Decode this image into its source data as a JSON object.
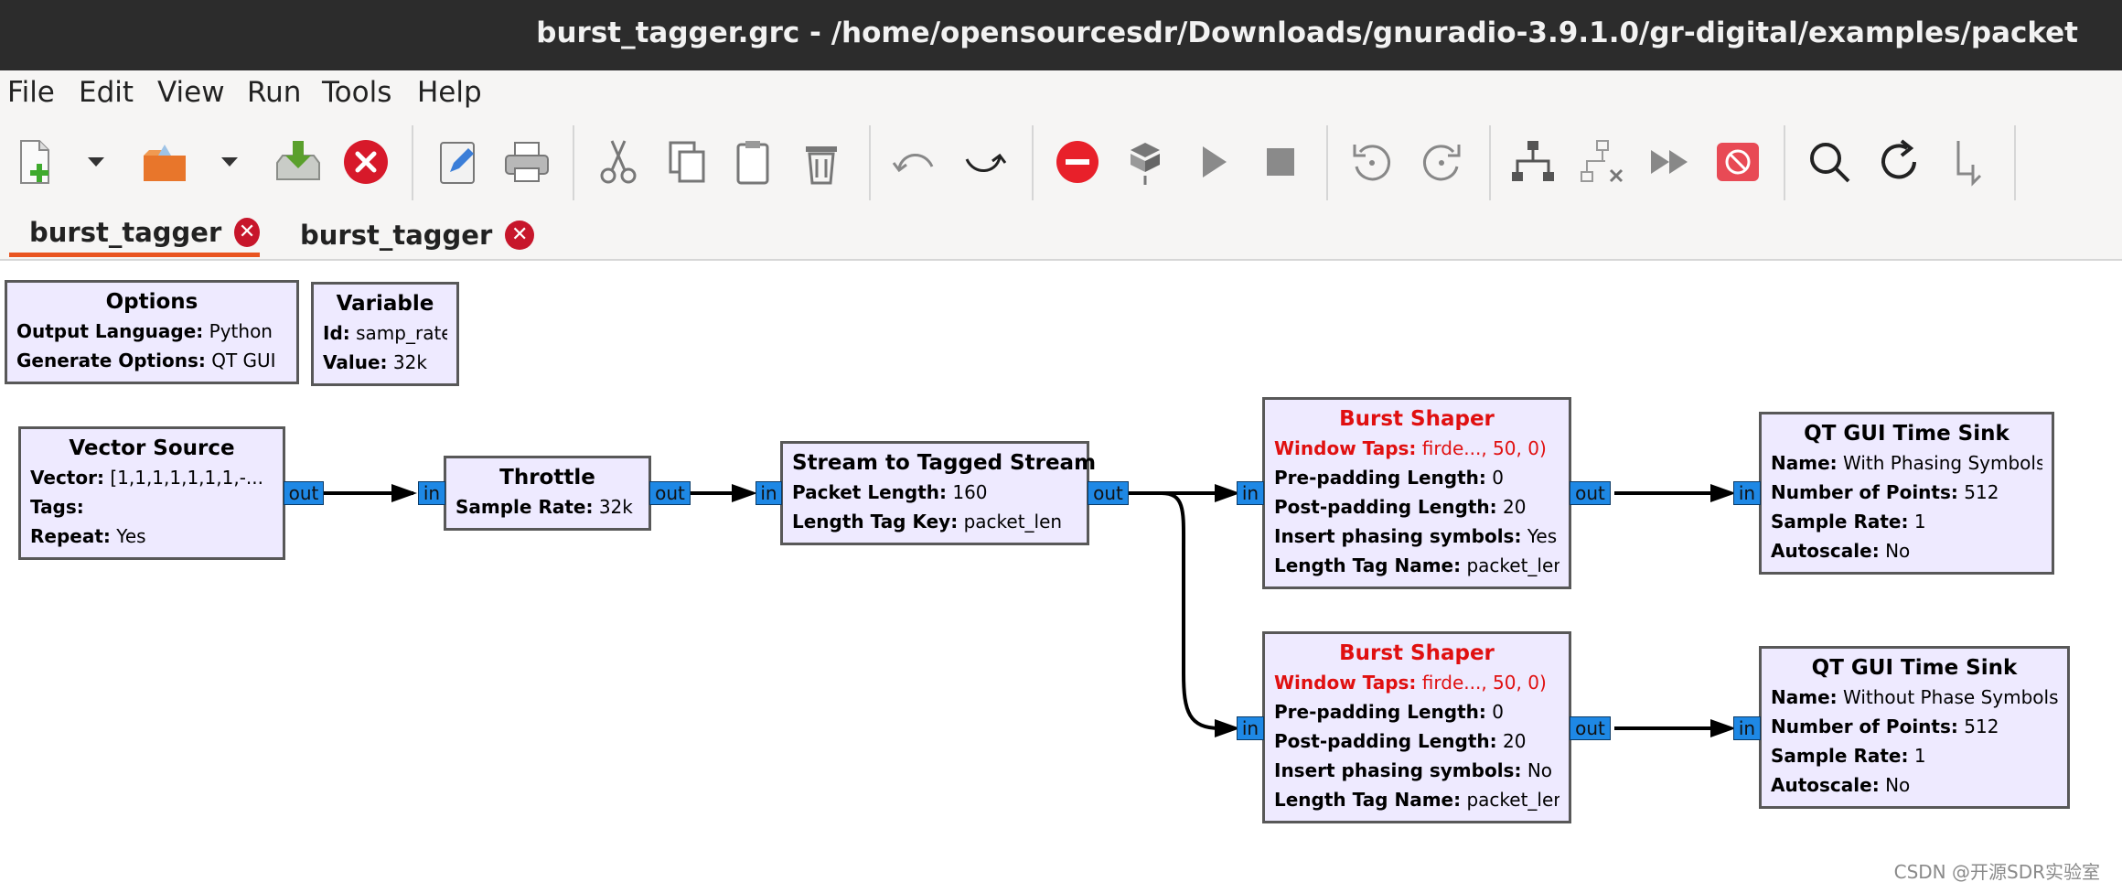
{
  "window": {
    "title": "burst_tagger.grc - /home/opensourcesdr/Downloads/gnuradio-3.9.1.0/gr-digital/examples/packet"
  },
  "menu": [
    "File",
    "Edit",
    "View",
    "Run",
    "Tools",
    "Help"
  ],
  "toolbar": [
    {
      "name": "new-flowgraph-icon"
    },
    {
      "name": "new-dropdown-icon"
    },
    {
      "name": "open-icon"
    },
    {
      "name": "open-dropdown-icon"
    },
    {
      "name": "save-icon"
    },
    {
      "name": "close-icon"
    },
    {
      "name": "properties-icon"
    },
    {
      "name": "print-icon"
    },
    {
      "name": "cut-icon"
    },
    {
      "name": "copy-icon"
    },
    {
      "name": "paste-icon"
    },
    {
      "name": "delete-icon"
    },
    {
      "name": "undo-icon"
    },
    {
      "name": "redo-icon"
    },
    {
      "name": "errors-icon"
    },
    {
      "name": "generate-icon"
    },
    {
      "name": "execute-icon"
    },
    {
      "name": "kill-icon"
    },
    {
      "name": "rotate-ccw-icon"
    },
    {
      "name": "rotate-cw-icon"
    },
    {
      "name": "enable-icon"
    },
    {
      "name": "disable-icon"
    },
    {
      "name": "bypass-icon"
    },
    {
      "name": "stop-disabled-icon"
    },
    {
      "name": "find-icon"
    },
    {
      "name": "reload-icon"
    },
    {
      "name": "bus-icon"
    }
  ],
  "tabs": [
    {
      "label": "burst_tagger",
      "active": true
    },
    {
      "label": "burst_tagger",
      "active": false
    }
  ],
  "blocks": {
    "options": {
      "title": "Options",
      "rows": [
        {
          "key": "Output Language:",
          "value": "Python"
        },
        {
          "key": "Generate Options:",
          "value": "QT GUI"
        }
      ]
    },
    "variable": {
      "title": "Variable",
      "rows": [
        {
          "key": "Id:",
          "value": "samp_rate"
        },
        {
          "key": "Value:",
          "value": "32k"
        }
      ]
    },
    "vector_source": {
      "title": "Vector Source",
      "rows": [
        {
          "key": "Vector:",
          "value": "[1,1,1,1,1,1,1,-..."
        },
        {
          "key": "Tags:",
          "value": ""
        },
        {
          "key": "Repeat:",
          "value": "Yes"
        }
      ]
    },
    "throttle": {
      "title": "Throttle",
      "rows": [
        {
          "key": "Sample Rate:",
          "value": "32k"
        }
      ]
    },
    "stream_to_tagged": {
      "title": "Stream to Tagged Stream",
      "rows": [
        {
          "key": "Packet Length:",
          "value": "160"
        },
        {
          "key": "Length Tag Key:",
          "value": "packet_len"
        }
      ]
    },
    "burst_shaper_1": {
      "title": "Burst Shaper",
      "rows": [
        {
          "key": "Window Taps:",
          "value": "firde..., 50, 0)",
          "error": true
        },
        {
          "key": "Pre-padding Length:",
          "value": "0"
        },
        {
          "key": "Post-padding Length:",
          "value": "20"
        },
        {
          "key": "Insert phasing symbols:",
          "value": "Yes"
        },
        {
          "key": "Length Tag Name:",
          "value": "packet_len"
        }
      ]
    },
    "burst_shaper_2": {
      "title": "Burst Shaper",
      "rows": [
        {
          "key": "Window Taps:",
          "value": "firde..., 50, 0)",
          "error": true
        },
        {
          "key": "Pre-padding Length:",
          "value": "0"
        },
        {
          "key": "Post-padding Length:",
          "value": "20"
        },
        {
          "key": "Insert phasing symbols:",
          "value": "No"
        },
        {
          "key": "Length Tag Name:",
          "value": "packet_len"
        }
      ]
    },
    "time_sink_1": {
      "title": "QT GUI Time Sink",
      "rows": [
        {
          "key": "Name:",
          "value": "With Phasing Symbols"
        },
        {
          "key": "Number of Points:",
          "value": "512"
        },
        {
          "key": "Sample Rate:",
          "value": "1"
        },
        {
          "key": "Autoscale:",
          "value": "No"
        }
      ]
    },
    "time_sink_2": {
      "title": "QT GUI Time Sink",
      "rows": [
        {
          "key": "Name:",
          "value": "Without Phase Symbols"
        },
        {
          "key": "Number of Points:",
          "value": "512"
        },
        {
          "key": "Sample Rate:",
          "value": "1"
        },
        {
          "key": "Autoscale:",
          "value": "No"
        }
      ]
    }
  },
  "ports": {
    "in": "in",
    "out": "out"
  },
  "watermark": "CSDN @开源SDR实验室",
  "colors": {
    "block_fill": "#eeeaff",
    "port": "#1e88e5",
    "error_text": "#e01010",
    "tab_accent": "#e95420",
    "close_badge": "#c7162b"
  }
}
